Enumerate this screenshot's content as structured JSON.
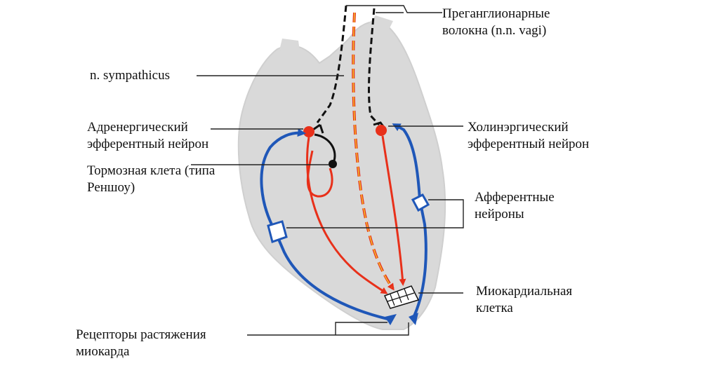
{
  "labels": {
    "preganglionic": "Преганглионарные волокна (n.n. vagi)",
    "sympathicus": "n. sympathicus",
    "adrenergic": "Адренергический эфферентный нейрон",
    "inhibitory": "Тормозная клета (типа Реншоу)",
    "cholinergic": "Холинэргический эфферентный нейрон",
    "afferent": "Афферентные нейроны",
    "myocardial": "Миокардиальная клетка",
    "receptors": "Рецепторы растяжения миокарда"
  },
  "colors": {
    "heart": "#d9d9d9",
    "efferent": "#e8301a",
    "afferent": "#1f57b8",
    "fiber": "#111111",
    "leader": "#222222",
    "dashed_core": "#f2c230"
  }
}
